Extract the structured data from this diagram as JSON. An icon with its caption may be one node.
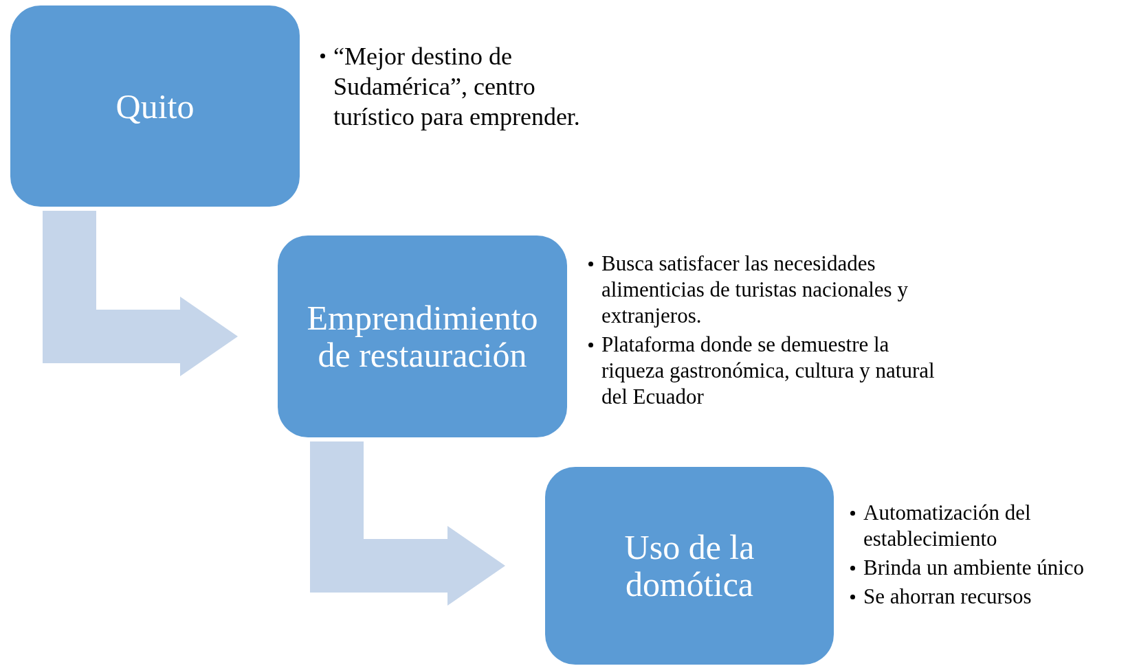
{
  "diagram": {
    "nodes": [
      {
        "text": [
          "Quito"
        ],
        "beside": [
          "“Mejor destino de Sudamérica”, centro turístico para emprender."
        ]
      },
      {
        "text": [
          "Emprendimiento de restauración"
        ],
        "beside": [
          "Busca satisfacer las necesidades alimenticias de turistas nacionales y extranjeros.",
          "Plataforma donde se demuestre la riqueza gastronómica, cultura y natural del Ecuador"
        ]
      },
      {
        "text": [
          "Uso de la domótica"
        ],
        "beside": [
          "Automatización del establecimiento",
          "Brinda un ambiente único",
          "Se ahorran recursos"
        ]
      }
    ],
    "edges": [
      {
        "from": 0,
        "to": 1,
        "arrow": "to",
        "style": "thick",
        "color": "#c5d5ea"
      },
      {
        "from": 1,
        "to": 2,
        "arrow": "to",
        "style": "thick",
        "color": "#c5d5ea"
      }
    ]
  }
}
